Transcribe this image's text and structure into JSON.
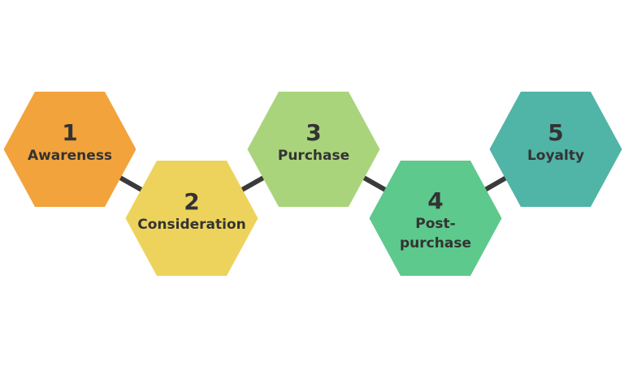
{
  "stages": [
    {
      "number": "1",
      "label_lines": [
        "Awareness"
      ],
      "color": "#F2A33C"
    },
    {
      "number": "2",
      "label_lines": [
        "Consideration"
      ],
      "color": "#EDD35C"
    },
    {
      "number": "3",
      "label_lines": [
        "Purchase"
      ],
      "color": "#AAD47B"
    },
    {
      "number": "4",
      "label_lines": [
        "Post-",
        "purchase"
      ],
      "color": "#5DC98C"
    },
    {
      "number": "5",
      "label_lines": [
        "Loyalty"
      ],
      "color": "#50B4A6"
    }
  ],
  "connector_color": "#3A3A3A"
}
